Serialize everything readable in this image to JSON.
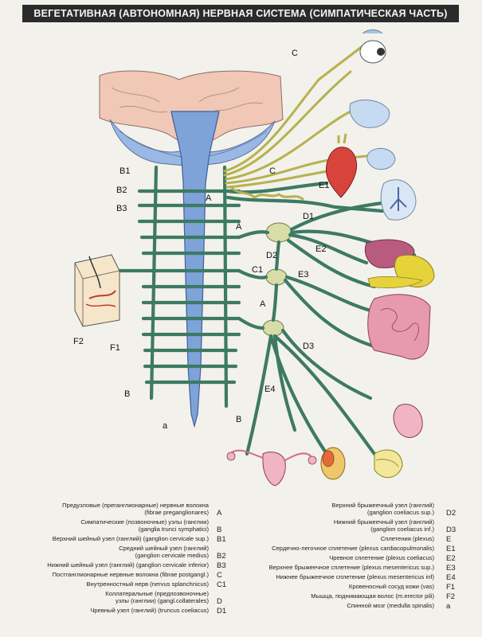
{
  "title": "ВЕГЕТАТИВНАЯ (АВТОНОМНАЯ) НЕРВНАЯ СИСТЕМА (СИМПАТИЧЕСКАЯ ЧАСТЬ)",
  "diagram_labels": {
    "C_top": "C",
    "C_mid": "C",
    "B1": "B1",
    "B2": "B2",
    "B3": "B3",
    "A_top": "A",
    "A_left": "A",
    "A_mid": "A",
    "D1": "D1",
    "D2": "D2",
    "D3": "D3",
    "C1": "C1",
    "E1": "E1",
    "E2": "E2",
    "E3": "E3",
    "E4": "E4",
    "F1": "F1",
    "F2": "F2",
    "B_left": "B",
    "B_right": "B",
    "a": "a"
  },
  "legend_left": [
    {
      "text": "Предузловые (преганглионарные) нервные волокна\n(fibrae preganglionares)",
      "code": "A"
    },
    {
      "text": "Симпатические (позвоночные) узлы (ганглии)\n(ganglia trunci symphatici)",
      "code": "B"
    },
    {
      "text": "Верхний шейный узел (ганглий) (ganglion cervicale sup.)",
      "code": "B1"
    },
    {
      "text": "Средний шейный узел (ганглий)\n(ganglion cervicale medius)",
      "code": "B2"
    },
    {
      "text": "Нижний шейный узел (ганглий) (ganglion cervicale inferior)",
      "code": "B3"
    },
    {
      "text": "Постганглионарные нервные волокна (fibrae postgangl.)",
      "code": "C"
    },
    {
      "text": "Внутренностный нерв (nervus splanchnicus)",
      "code": "C1"
    },
    {
      "text": "Коллатеральные (предпозвоночные)\nузлы (ганглии) (gangl.collaterales)",
      "code": "D"
    },
    {
      "text": "Чревный узел (ганглий) (truncus coeliacus)",
      "code": "D1"
    }
  ],
  "legend_right": [
    {
      "text": "Верхний брыжеечный узел (ганглий)\n(ganglion coeliacus sup.)",
      "code": "D2"
    },
    {
      "text": "Нижний брыжеечный узел (ганглий)\n(ganglion coeliacus inf.)",
      "code": "D3"
    },
    {
      "text": "Сплетения (plexus)",
      "code": "E"
    },
    {
      "text": "Сердечно-легочное сплетение (plexus cardiacopulmonalis)",
      "code": "E1"
    },
    {
      "text": "Чревное сплетение (plexus coeliacus)",
      "code": "E2"
    },
    {
      "text": "Верхнее брыжеечное сплетение (plexus mesentericus sup.)",
      "code": "E3"
    },
    {
      "text": "Нижнее брыжеечное сплетение (plexus mesentericus inf)",
      "code": "E4"
    },
    {
      "text": "Кровеносный сосуд кожи (vas)",
      "code": "F1"
    },
    {
      "text": "Мышца, поднимающая волос (m.erector pili)",
      "code": "F2"
    },
    {
      "text": "Спинной мозг (medulla spinalis)",
      "code": "a"
    }
  ],
  "colors": {
    "spinal_cord": "#7ea3d9",
    "cerebrum": "#f1c7b5",
    "cerebellum": "#9ab8e6",
    "nerve": "#3d7a63",
    "ganglion": "#d8dca7",
    "heart": "#d8443c",
    "liver": "#b95a7f",
    "stomach": "#e6d23b",
    "intestine": "#d46b8e"
  }
}
